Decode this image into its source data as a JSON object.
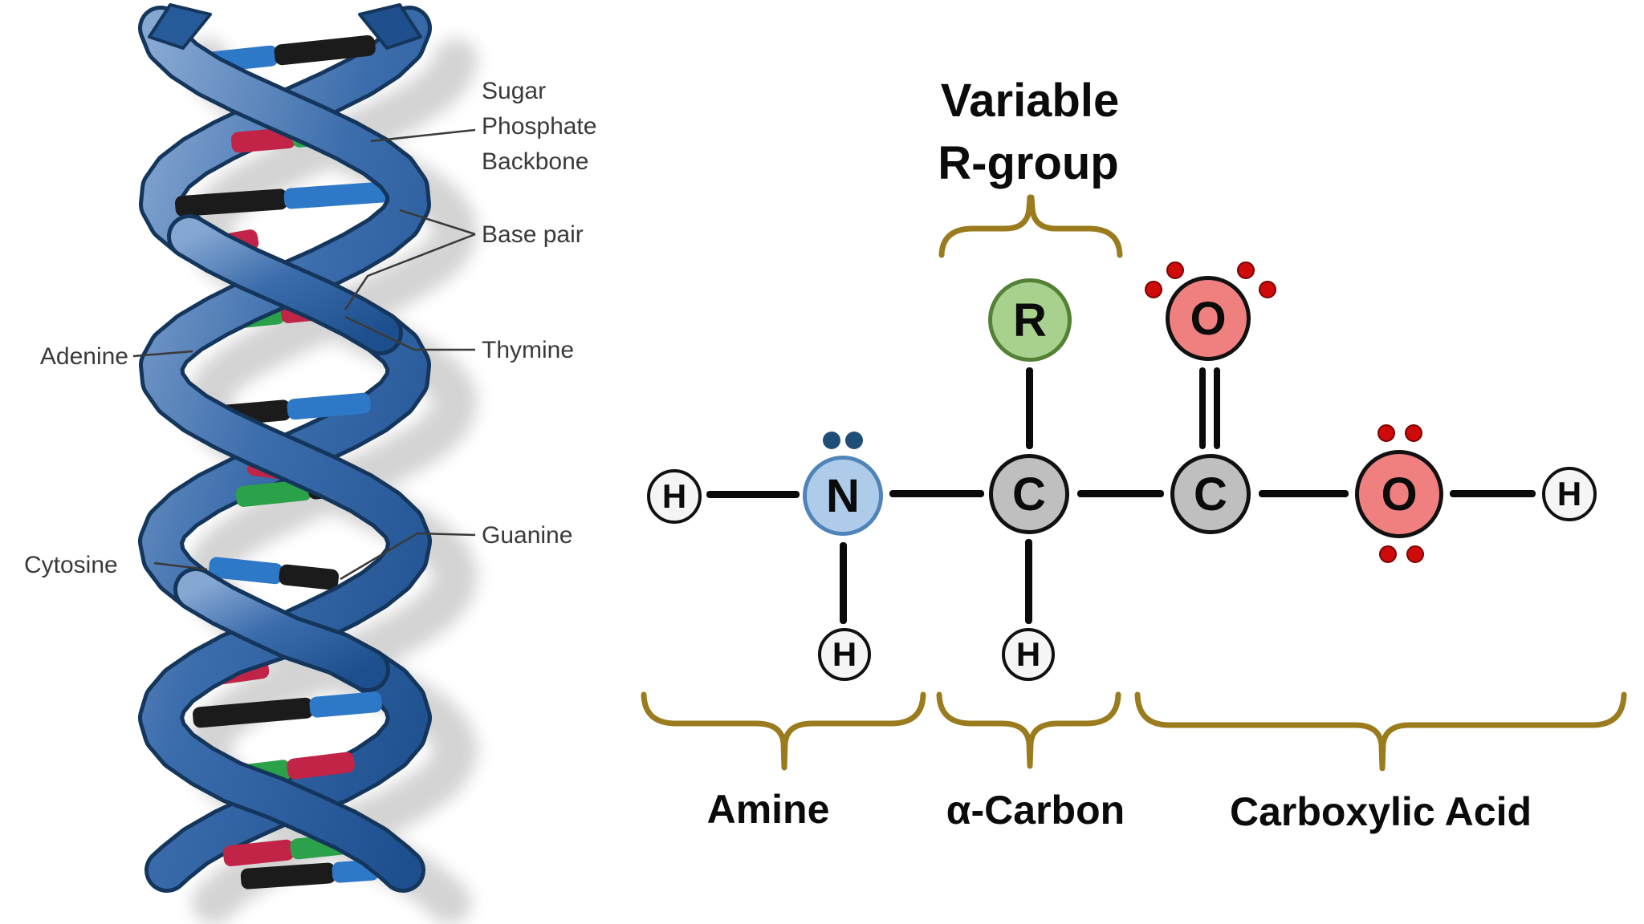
{
  "dna": {
    "backbone_label": {
      "line1": "Sugar",
      "line2": "Phosphate",
      "line3": "Backbone"
    },
    "base_pair_label": "Base pair",
    "adenine_label": "Adenine",
    "thymine_label": "Thymine",
    "cytosine_label": "Cytosine",
    "guanine_label": "Guanine",
    "colors": {
      "ribbon_main": "#3b6cab",
      "ribbon_outline": "#14365c",
      "rung_black": "#1b1b1b",
      "rung_red": "#c22448",
      "rung_green": "#2ba24a",
      "rung_blue": "#2e78c8",
      "shadow": "#a8a8a8",
      "label_text": "#3a3a3a"
    }
  },
  "amino_acid": {
    "title": {
      "line1": "Variable",
      "line2": "R-group"
    },
    "atoms": {
      "h_amine_left": {
        "symbol": "H"
      },
      "nitrogen": {
        "symbol": "N"
      },
      "h_amine_bottom": {
        "symbol": "H"
      },
      "alpha_carbon": {
        "symbol": "C"
      },
      "h_alpha": {
        "symbol": "H"
      },
      "r_group": {
        "symbol": "R"
      },
      "carboxyl_carbon": {
        "symbol": "C"
      },
      "carbonyl_oxygen": {
        "symbol": "O"
      },
      "hydroxyl_oxygen": {
        "symbol": "O"
      },
      "h_hydroxyl": {
        "symbol": "H"
      }
    },
    "group_labels": {
      "amine": "Amine",
      "alpha_carbon": "α-Carbon",
      "carboxylic_acid": "Carboxylic Acid"
    },
    "colors": {
      "nitrogen_fill": "#AECBEA",
      "nitrogen_border": "#5084B8",
      "carbon_fill": "#BFBFBF",
      "oxygen_fill": "#F08080",
      "r_fill": "#A9D18E",
      "r_border": "#538135",
      "hydrogen_fill": "#F5F5F5",
      "atom_border": "#111111",
      "bond": "#0a0a0a",
      "lone_pair_nitrogen": "#1F4E79",
      "lone_pair_oxygen": "#CF0A0A",
      "brace": "#9A7B1E",
      "label_text": "#0b0b0b"
    }
  }
}
